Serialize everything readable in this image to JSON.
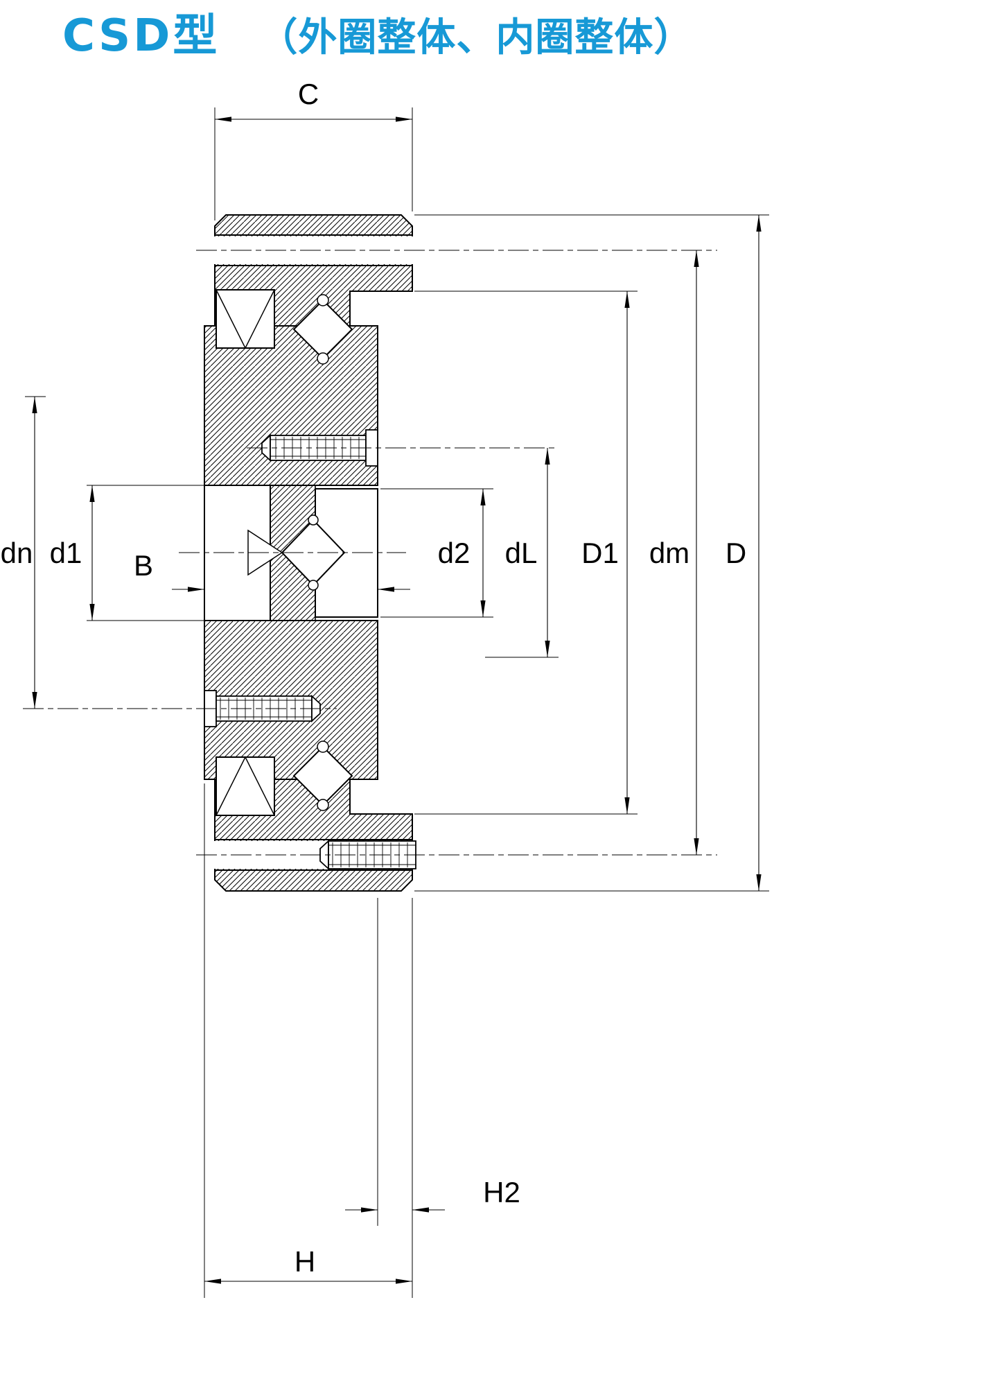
{
  "title": {
    "series": "CSD型",
    "note": "（外圈整体、内圈整体）"
  },
  "diagram": {
    "type": "crossed-roller-bearing-cross-section",
    "labels": {
      "C": "C",
      "dn": "dn",
      "d1": "d1",
      "B": "B",
      "d2": "d2",
      "dL": "dL",
      "D1": "D1",
      "dm": "dm",
      "D": "D",
      "H2": "H2",
      "H": "H"
    },
    "colors": {
      "title_accent": "#1799D6",
      "line": "#000000",
      "background": "#FFFFFF"
    }
  }
}
